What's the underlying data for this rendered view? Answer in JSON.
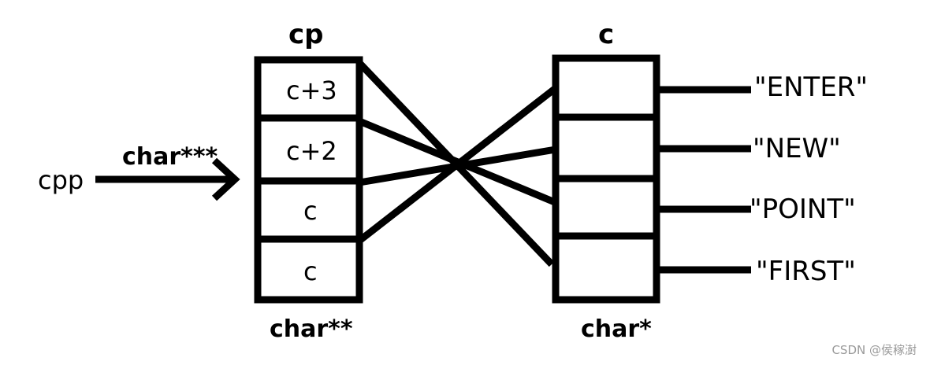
{
  "pointer": {
    "label": "cpp",
    "type_label": "char***"
  },
  "cp_array": {
    "title": "cp",
    "type_label": "char**",
    "cells": [
      "c+3",
      "c+2",
      "c",
      "c"
    ]
  },
  "c_array": {
    "title": "c",
    "type_label": "char*",
    "cells": [
      "",
      "",
      "",
      ""
    ]
  },
  "strings": [
    "\"ENTER\"",
    "\"NEW\"",
    "\"POINT\"",
    "\"FIRST\""
  ],
  "watermark": "CSDN @侯稼澍"
}
